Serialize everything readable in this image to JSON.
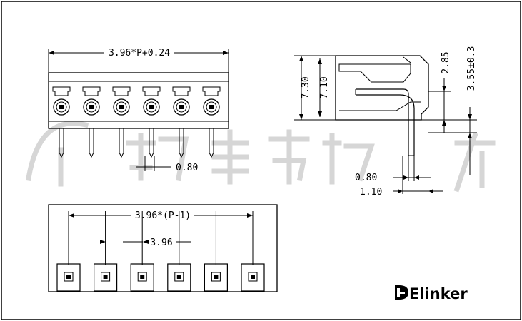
{
  "dimensions": {
    "top_overall": "3.96*P+0.24",
    "pin_width": "0.80",
    "side_height_outer": "7.30",
    "side_height_inner": "7.10",
    "side_offset_upper": "2.85",
    "side_offset_lower": "3.55±0.3",
    "side_pin_width": "0.80",
    "side_pin_gap": "1.10",
    "bottom_span": "3.96*(P-1)",
    "bottom_pitch": "3.96"
  },
  "brand": {
    "name": "Elinker",
    "icon": "elinker-logo-icon"
  },
  "watermark": {
    "text": "欧捷连接",
    "color": "#d6d6d6"
  },
  "pin_count": 6,
  "colors": {
    "line": "#000000",
    "background": "#ffffff",
    "frame": "#000000"
  }
}
